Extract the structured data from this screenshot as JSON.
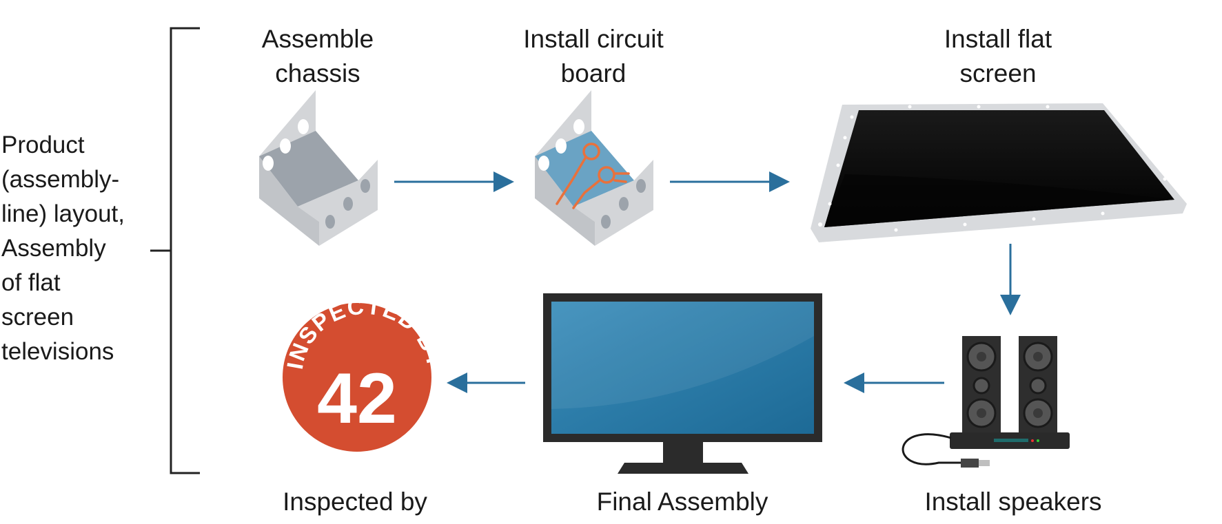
{
  "process_label_lines": [
    "Product",
    "(assembly-",
    "line) layout,",
    "Assembly",
    "of flat",
    "screen",
    "televisions"
  ],
  "steps": {
    "assemble_chassis": [
      "Assemble",
      "chassis"
    ],
    "install_circuit_board": [
      "Install circuit",
      "board"
    ],
    "install_flat_screen": [
      "Install flat",
      "screen"
    ],
    "install_speakers": [
      "Install speakers"
    ],
    "final_assembly": [
      "Final Assembly"
    ],
    "inspected_by": [
      "Inspected by"
    ]
  },
  "stamp": {
    "text": "INSPECTED BY",
    "number": "42"
  },
  "colors": {
    "arrow": "#2a6f9c",
    "stamp": "#d44d30",
    "chassis": "#9ca3ab",
    "circuit_board": "#6aa3c4",
    "trace": "#e8713c",
    "screen_blue": "#2a7aa8"
  }
}
